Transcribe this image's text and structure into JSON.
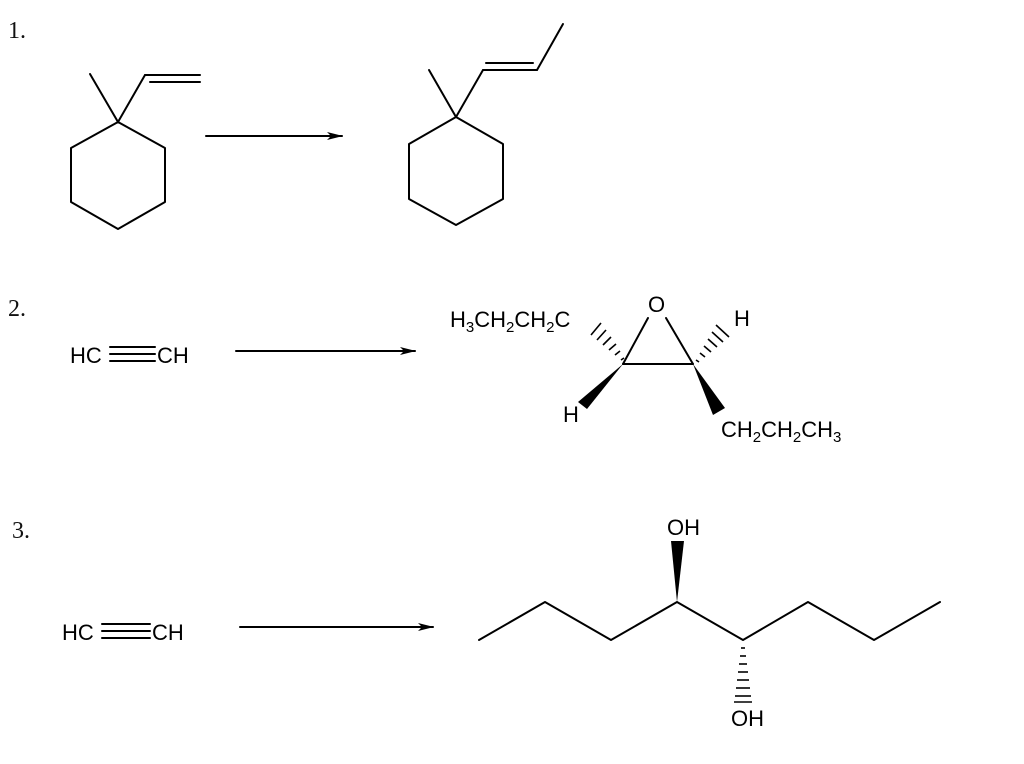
{
  "problems": [
    {
      "number": "1.",
      "reactant": {
        "name": "1-methyl-1-vinylcyclohexane",
        "labels": []
      },
      "product": {
        "name": "(E)-1-methyl-1-(prop-1-enyl)cyclohexane",
        "labels": []
      }
    },
    {
      "number": "2.",
      "reactant": {
        "formula_left": "HC",
        "formula_right": "CH"
      },
      "product": {
        "name": "trans-2,3-dipropyloxirane",
        "oxygen": "O",
        "sub_top_left": "H3CH2CH2C",
        "h_top_right": "H",
        "h_bottom_left": "H",
        "sub_bottom_right": "CH2CH2CH3"
      }
    },
    {
      "number": "3.",
      "reactant": {
        "formula_left": "HC",
        "formula_right": "CH"
      },
      "product": {
        "name": "octane-4,5-diol",
        "oh_top": "OH",
        "oh_bottom": "OH"
      }
    }
  ]
}
